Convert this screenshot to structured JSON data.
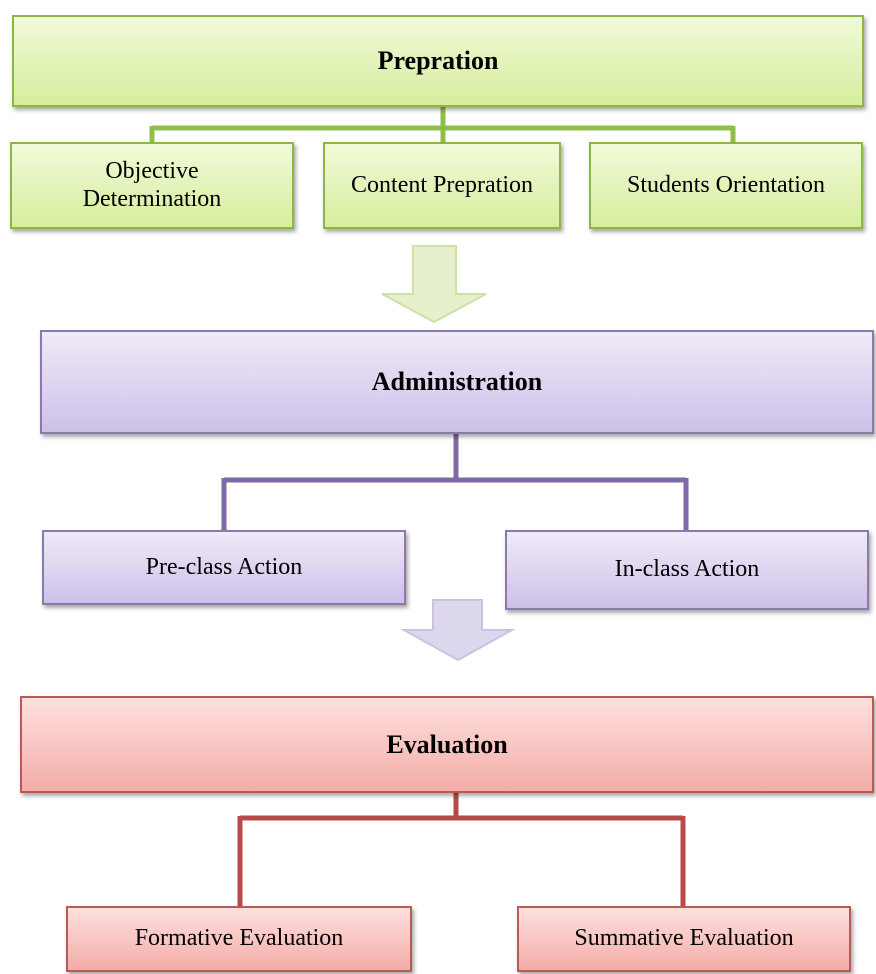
{
  "colors": {
    "green_line": "#8fbf4a",
    "purple_line": "#7e6aa6",
    "red_line": "#b84a4a",
    "arrow_fill": "#ded8ee",
    "arrow_stroke": "#cfc6e2"
  },
  "preparation": {
    "title": "Prepration",
    "children": [
      "Objective Determination",
      "Content Prepration",
      "Students Orientation"
    ]
  },
  "administration": {
    "title": "Administration",
    "children": [
      "Pre-class Action",
      "In-class Action"
    ]
  },
  "evaluation": {
    "title": "Evaluation",
    "children": [
      "Formative Evaluation",
      "Summative Evaluation"
    ]
  }
}
